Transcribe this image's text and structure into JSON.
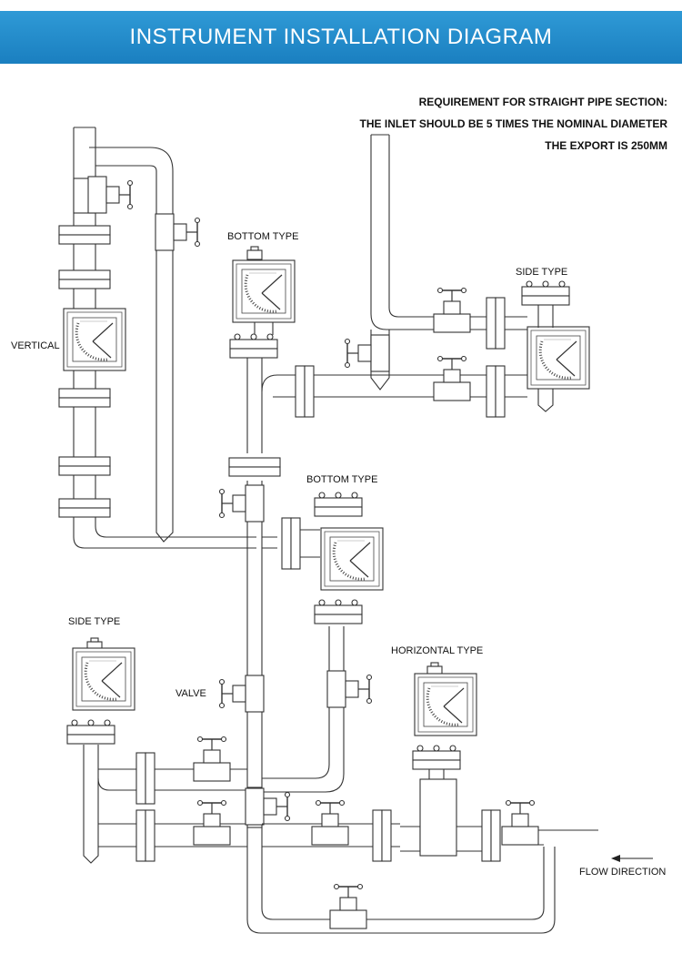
{
  "header": {
    "title": "INSTRUMENT INSTALLATION DIAGRAM"
  },
  "requirement": {
    "line1": "REQUIREMENT FOR STRAIGHT PIPE SECTION:",
    "line2": "THE INLET SHOULD BE 5 TIMES THE NOMINAL DIAMETER",
    "line3": "THE EXPORT IS 250MM"
  },
  "labels": {
    "vertical": "VERTICAL",
    "bottom_type_1": "BOTTOM TYPE",
    "side_type_1": "SIDE TYPE",
    "bottom_type_2": "BOTTOM TYPE",
    "side_type_2": "SIDE TYPE",
    "horizontal_type": "HORIZONTAL TYPE",
    "valve": "VALVE",
    "flow_direction": "FLOW DIRECTION"
  }
}
